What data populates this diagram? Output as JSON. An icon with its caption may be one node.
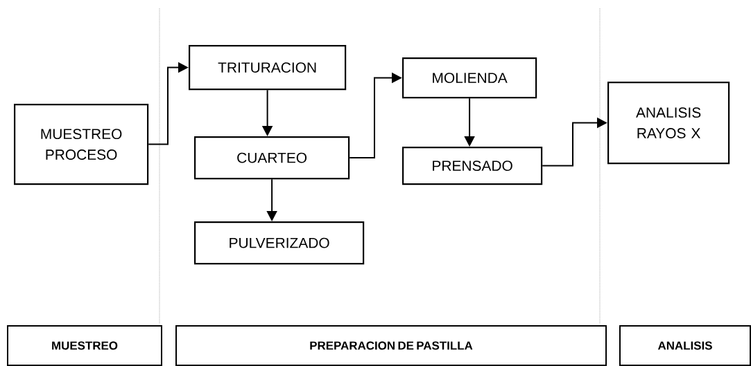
{
  "diagram": {
    "nodes": [
      {
        "text": [
          "MUESTREO PROCESO"
        ]
      },
      {
        "text": [
          "TRITURACION"
        ]
      },
      {
        "text": [
          "CUARTEO"
        ]
      },
      {
        "text": [
          "PULVERIZADO"
        ]
      },
      {
        "text": [
          "MOLIENDA"
        ]
      },
      {
        "text": [
          "PRENSADO"
        ]
      },
      {
        "text": [
          "ANALISIS RAYOS X"
        ]
      },
      {
        "text": [
          "MUESTREO"
        ]
      },
      {
        "text": [
          "PREPARACION DE PASTILLA"
        ]
      },
      {
        "text": [
          "ANALISIS"
        ]
      }
    ],
    "edges": [
      {
        "from": 0,
        "to": 1,
        "arrow": "to"
      },
      {
        "from": 1,
        "to": 2,
        "arrow": "to"
      },
      {
        "from": 2,
        "to": 3,
        "arrow": "to"
      },
      {
        "from": 2,
        "to": 4,
        "arrow": "to"
      },
      {
        "from": 4,
        "to": 5,
        "arrow": "to"
      },
      {
        "from": 5,
        "to": 6,
        "arrow": "to"
      }
    ]
  }
}
